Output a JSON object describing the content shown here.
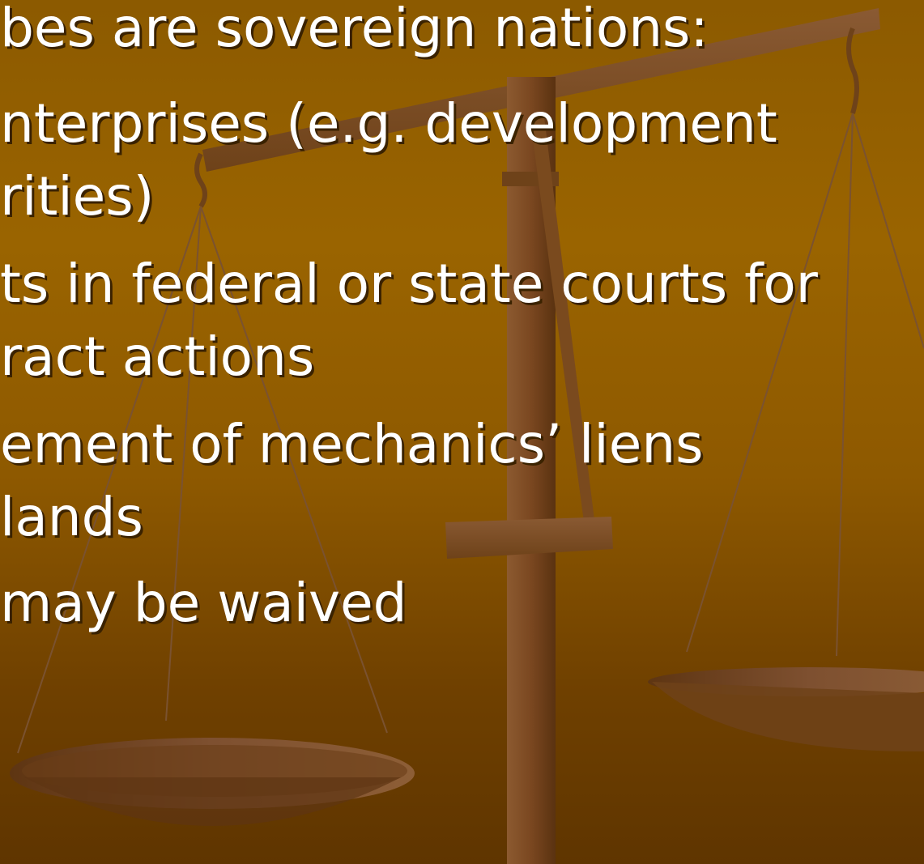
{
  "colors": {
    "background_top": "#9a6400",
    "background_bottom": "#5f3500",
    "text": "#ffffff",
    "text_shadow": "#3a2200",
    "scale_wood": "#7a4a1e"
  },
  "background_image": "scales-of-justice-icon",
  "slide": {
    "lines": [
      "bes are sovereign nations:",
      "nterprises (e.g. development",
      "rities)",
      "ts in federal or state courts for",
      "ract actions",
      "ement of mechanics’ liens",
      "lands",
      "may be waived"
    ]
  }
}
